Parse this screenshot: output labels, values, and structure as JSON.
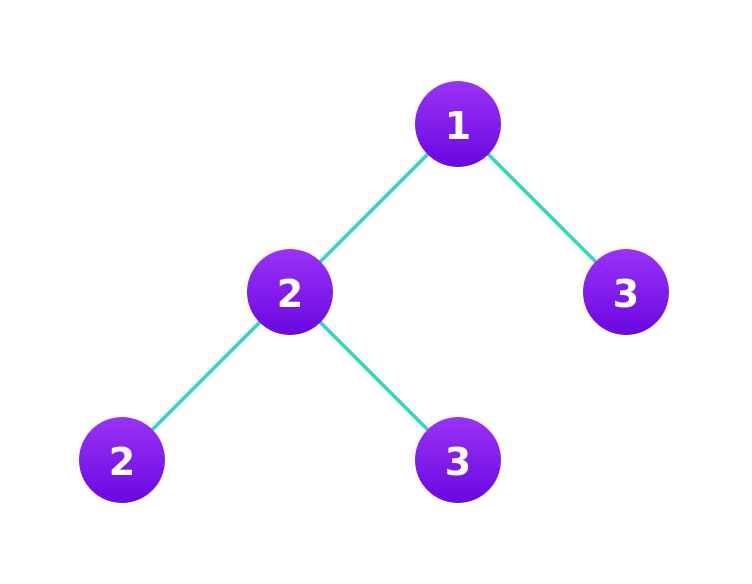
{
  "colors": {
    "edge": "#2ed6c4",
    "node_top": "#9a33f7",
    "node_bottom": "#6a08e0",
    "label": "#ffffff"
  },
  "tree": {
    "nodes": [
      {
        "id": "n1",
        "label": "1",
        "depth": 0
      },
      {
        "id": "n2",
        "label": "2",
        "depth": 1,
        "parent": "n1"
      },
      {
        "id": "n3",
        "label": "3",
        "depth": 1,
        "parent": "n1"
      },
      {
        "id": "n4",
        "label": "2",
        "depth": 2,
        "parent": "n2"
      },
      {
        "id": "n5",
        "label": "3",
        "depth": 2,
        "parent": "n2"
      }
    ],
    "edges": [
      {
        "from": "n1",
        "to": "n2"
      },
      {
        "from": "n1",
        "to": "n3"
      },
      {
        "from": "n2",
        "to": "n4"
      },
      {
        "from": "n2",
        "to": "n5"
      }
    ]
  }
}
